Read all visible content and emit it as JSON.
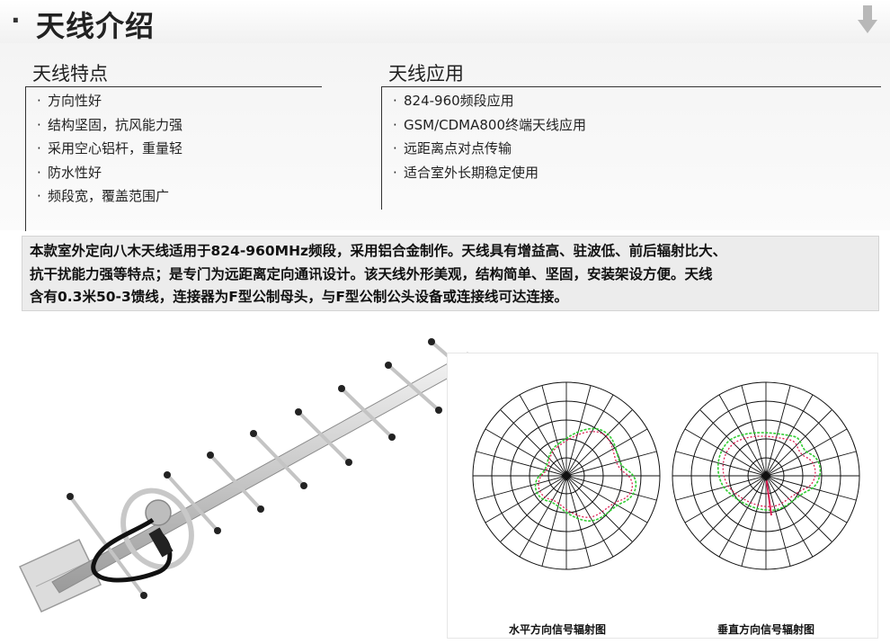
{
  "header": {
    "bullet": "·",
    "title": "天线介绍"
  },
  "features": {
    "title": "天线特点",
    "items": [
      "方向性好",
      "结构坚固，抗风能力强",
      "采用空心铝杆，重量轻",
      "防水性好",
      "频段宽，覆盖范围广"
    ]
  },
  "applications": {
    "title": "天线应用",
    "items": [
      "824-960频段应用",
      "GSM/CDMA800终端天线应用",
      "远距离点对点传输",
      "适合室外长期稳定使用"
    ]
  },
  "description": {
    "lines": [
      "本款室外定向八木天线适用于824-960MHz频段，采用铝合金制作。天线具有增益高、驻波低、前后辐射比大、",
      "抗干扰能力强等特点；是专门为远距离定向通讯设计。该天线外形美观，结构简单、坚固，安装架设方便。天线",
      "含有0.3米50-3馈线，连接器为F型公制母头，与F型公制公头设备或连接线可达连接。"
    ]
  },
  "patterns": {
    "horizontal_caption": "水平方向信号辐射图",
    "vertical_caption": "垂直方向信号辐射图"
  },
  "icons": {
    "header_arrow": "down-arrow-icon"
  }
}
